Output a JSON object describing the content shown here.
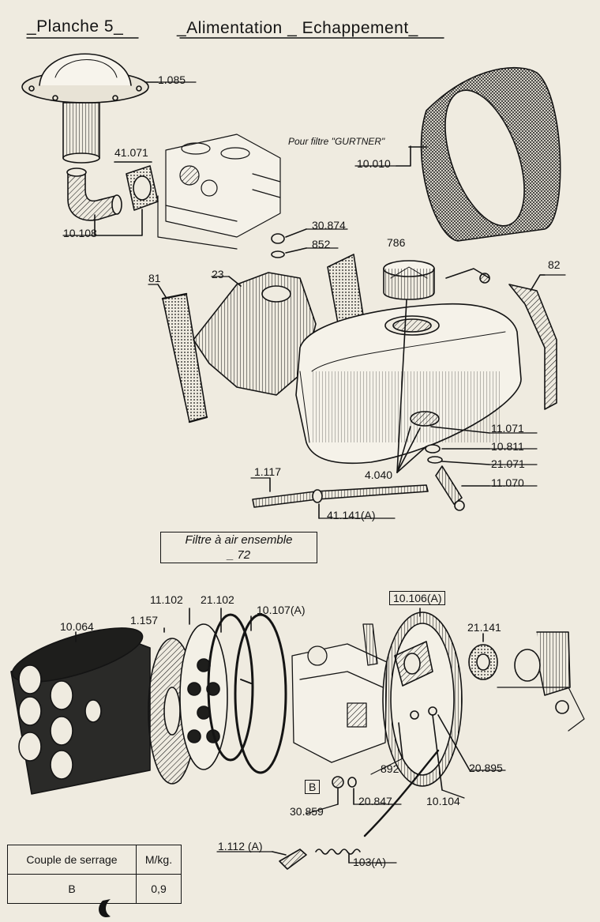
{
  "header": {
    "plate": "_Planche 5_",
    "title": "_Alimentation _ Echappement_"
  },
  "labels": {
    "p1085": "1.085",
    "p41071": "41.071",
    "p10108": "10.108",
    "p30874": "30.874",
    "p852": "852",
    "note_gurtner": "Pour filtre \"GURTNER\"",
    "p10010": "10.010",
    "p786": "786",
    "p82": "82",
    "p81": "81",
    "p23": "23",
    "p11071": "11.071",
    "p10811": "10.811",
    "p21071": "21.071",
    "p4040": "4.040",
    "p11070": "11.070",
    "p1117": "1.117",
    "p41141": "41.141(A)",
    "p10064": "10.064",
    "p1157": "1.157",
    "p11102": "11.102",
    "p21102": "21.102",
    "p10107": "10.107(A)",
    "p10106": "10.106(A)",
    "p21141": "21.141",
    "p892": "892",
    "p20895": "20.895",
    "p10104": "10.104",
    "pB": "B",
    "p30859": "30.859",
    "p20847": "20.847",
    "p1112": "1.112 (A)",
    "p103": "103(A)"
  },
  "filter_box": {
    "line1": "Filtre à air ensemble",
    "line2": "_ 72"
  },
  "torque_table": {
    "header_label": "Couple de serrage",
    "header_unit": "M/kg.",
    "row_key": "B",
    "row_value": "0,9"
  },
  "colors": {
    "paper": "#efebe0",
    "ink": "#141414"
  }
}
